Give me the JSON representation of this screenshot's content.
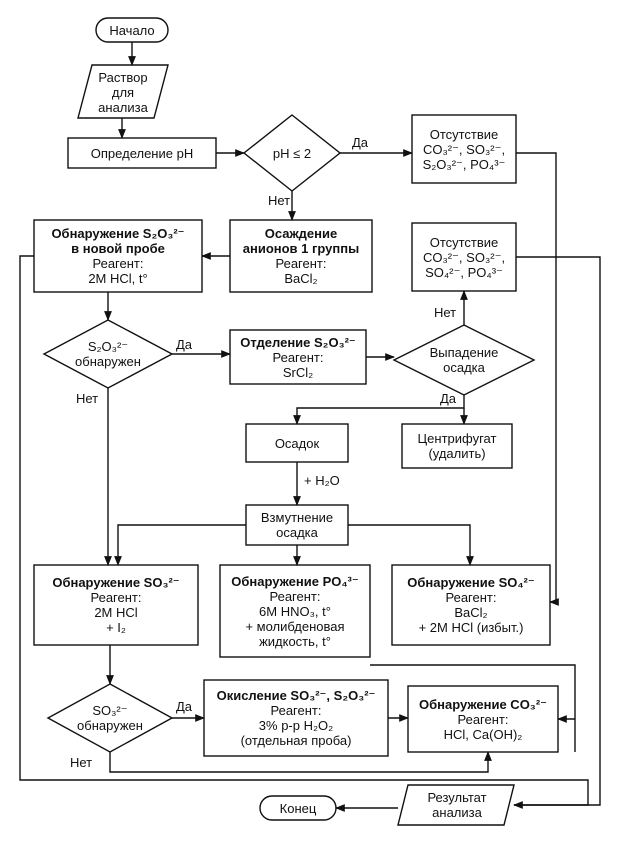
{
  "nodes": {
    "start": "Начало",
    "sample": [
      "Раствор",
      "для",
      "анализа"
    ],
    "ph_determination": "Определение pH",
    "ph_check": "pH ≤ 2",
    "absence_top": {
      "title": "Отсутствие",
      "ions": [
        "CO₃²⁻,",
        "SO₃²⁻,",
        "S₂O₃²⁻,",
        "PO₄³⁻"
      ]
    },
    "absence_mid": {
      "title": "Отсутствие",
      "ions": [
        "CO₃²⁻,",
        "SO₃²⁻,",
        "SO₄²⁻,",
        "PO₄³⁻"
      ]
    },
    "group1_precipitation": {
      "title": [
        "Осаждение",
        "анионов 1 группы"
      ],
      "reagent_label": "Реагент:",
      "reagent": "BaCl₂"
    },
    "thiosulfate_new_sample": {
      "title": [
        "Обнаружение S₂O₃²⁻",
        "в новой пробе"
      ],
      "reagent_label": "Реагент:",
      "reagent": "2M HCl, t°"
    },
    "thiosulfate_check": [
      "S₂O₃²⁻",
      "обнаружен"
    ],
    "thiosulfate_separation": {
      "title": "Отделение S₂O₃²⁻",
      "reagent_label": "Реагент:",
      "reagent": "SrCl₂"
    },
    "precipitate_check": [
      "Выпадение",
      "осадка"
    ],
    "precipitate": "Осадок",
    "centrifugate": [
      "Центрифугат",
      "(удалить)"
    ],
    "suspension": [
      "Взмутнение",
      "осадка"
    ],
    "sulfite_detection": {
      "title": "Обнаружение SO₃²⁻",
      "reagent_label": "Реагент:",
      "reagent": [
        "2M HCl",
        "+ I₂"
      ]
    },
    "phosphate_detection": {
      "title": "Обнаружение PO₄³⁻",
      "reagent_label": "Реагент:",
      "reagent": [
        "6M HNO₃, t°",
        "+ молибденовая",
        "жидкость, t°"
      ]
    },
    "sulfate_detection": {
      "title": "Обнаружение SO₄²⁻",
      "reagent_label": "Реагент:",
      "reagent": [
        "BaCl₂",
        "+ 2M HCl (избыт.)"
      ]
    },
    "sulfite_check": [
      "SO₃²⁻",
      "обнаружен"
    ],
    "oxidation": {
      "title": "Окисление SO₃²⁻, S₂O₃²⁻",
      "reagent_label": "Реагент:",
      "reagent": [
        "3% р-р H₂O₂",
        "(отдельная проба)"
      ]
    },
    "carbonate_detection": {
      "title": "Обнаружение CO₃²⁻",
      "reagent_label": "Реагент:",
      "reagent": "HCl, Ca(OH)₂"
    },
    "result": [
      "Результат",
      "анализа"
    ],
    "end": "Конец"
  },
  "edge_labels": {
    "yes": "Да",
    "no": "Нет",
    "water": "+ H₂O"
  }
}
